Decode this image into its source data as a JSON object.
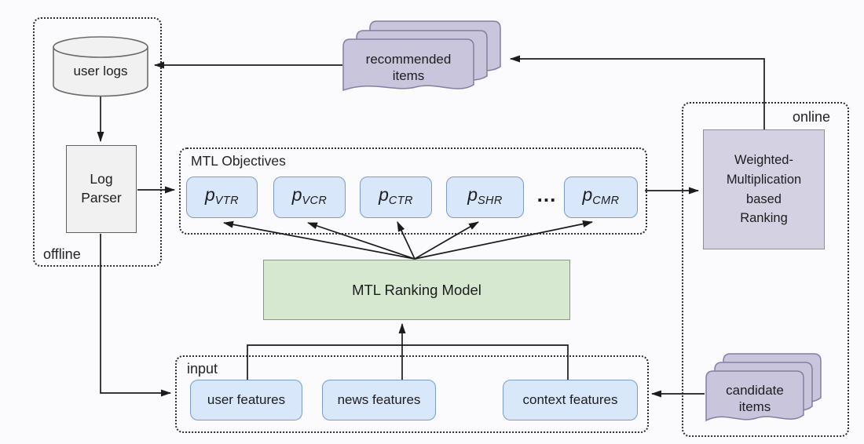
{
  "regions": {
    "offline": "offline",
    "online": "online",
    "input": "input",
    "objectives": "MTL Objectives"
  },
  "nodes": {
    "user_logs": "user logs",
    "log_parser": [
      "Log",
      "Parser"
    ],
    "ranking_model": "MTL Ranking Model",
    "weighted_ranking": [
      "Weighted-",
      "Multiplication",
      "based",
      "Ranking"
    ],
    "recommended_items": [
      "recommended",
      "items"
    ],
    "candidate_items": [
      "candidate",
      "items"
    ]
  },
  "objectives": {
    "p_symbol": "p",
    "items": [
      {
        "sub": "VTR"
      },
      {
        "sub": "VCR"
      },
      {
        "sub": "CTR"
      },
      {
        "sub": "SHR"
      },
      {
        "sub": "CMR"
      }
    ],
    "ellipsis": "..."
  },
  "input_features": [
    {
      "label": "user features"
    },
    {
      "label": "news features"
    },
    {
      "label": "context features"
    }
  ],
  "colors": {
    "blue_fill": "#d9e7fa",
    "blue_border": "#7a9cc9",
    "green_fill": "#d7e8d1",
    "green_border": "#7aa566",
    "purple_fill": "#c9c5dd",
    "purple_border": "#837ea2",
    "purple_panel_fill": "#d4d1e3",
    "purple_panel_border": "#8f8bad",
    "gray_fill": "#f1f1f1",
    "gray_border": "#606060",
    "wire": "#1b1b1b",
    "background": "#fbfbfd"
  }
}
